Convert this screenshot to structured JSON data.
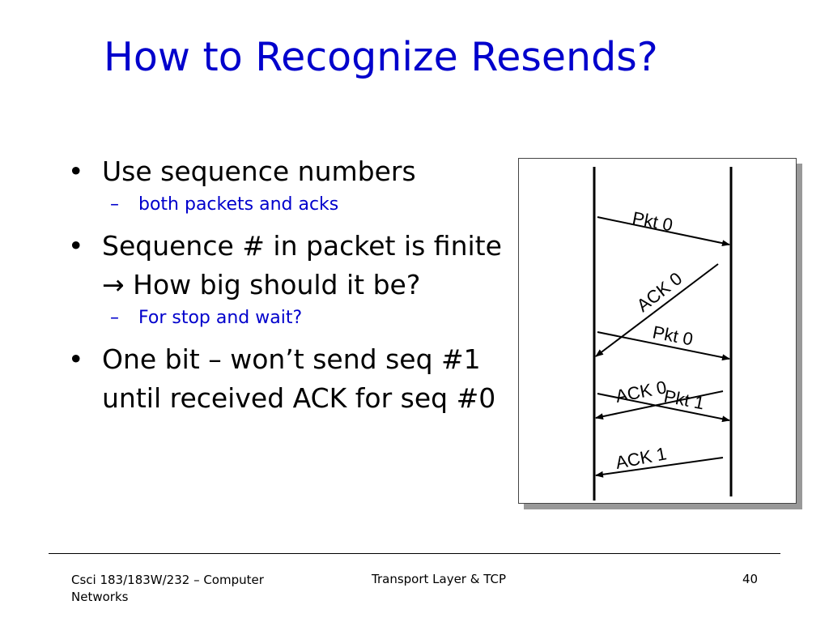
{
  "slide": {
    "title": "How to Recognize Resends?",
    "bullet_glyph": "•",
    "dash_glyph": "–",
    "bullets": [
      {
        "text": "Use sequence numbers",
        "sub": "both packets and acks"
      },
      {
        "text": "Sequence # in packet is finite → How big should it be?",
        "sub": "For stop and wait?"
      },
      {
        "text": "One bit – won’t send seq #1 until received ACK for seq #0"
      }
    ],
    "diagram": {
      "labels": [
        "Pkt 0",
        "ACK 0",
        "Pkt 0",
        "ACK 0",
        "Pkt 1",
        "ACK 1"
      ]
    }
  },
  "footer": {
    "left": "Csci 183/183W/232 – Computer Networks",
    "center": "Transport Layer &  TCP",
    "page_number": "40"
  },
  "colors": {
    "title": "#0000cc",
    "sub_bullets": "#0000cc",
    "text": "#000000"
  }
}
